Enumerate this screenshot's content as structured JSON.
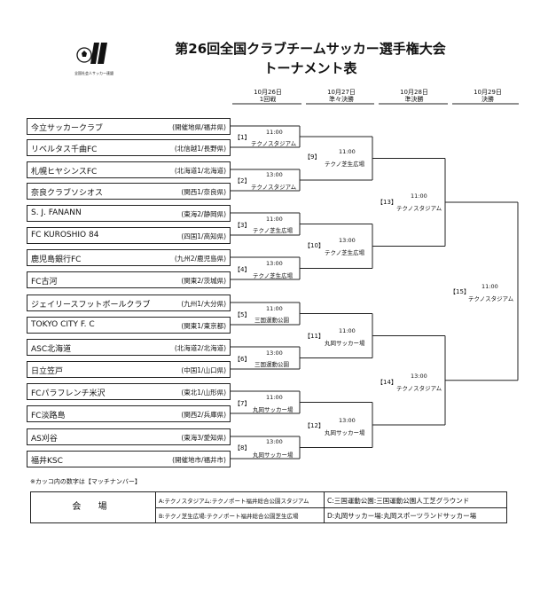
{
  "header": {
    "logo_text": "全国社会人サッカー連盟",
    "title": "第26回全国クラブチームサッカー選手権大会",
    "subtitle": "トーナメント表"
  },
  "dates": [
    {
      "date": "10月26日",
      "round": "1回戦"
    },
    {
      "date": "10月27日",
      "round": "準々決勝"
    },
    {
      "date": "10月28日",
      "round": "準決勝"
    },
    {
      "date": "10月29日",
      "round": "決勝"
    }
  ],
  "teams": [
    {
      "name": "今立サッカークラブ",
      "region": "(開催地県/福井県)"
    },
    {
      "name": "リベルタス千曲FC",
      "region": "(北信越1/長野県)"
    },
    {
      "name": "札幌ヒヤシンスFC",
      "region": "(北海道1/北海道)"
    },
    {
      "name": "奈良クラブソシオス",
      "region": "(関西1/奈良県)"
    },
    {
      "name": "S. J. FANANN",
      "region": "(東海2/静岡県)"
    },
    {
      "name": "FC KUROSHIO 84",
      "region": "(四国1/高知県)"
    },
    {
      "name": "鹿児島銀行FC",
      "region": "(九州2/鹿児島県)"
    },
    {
      "name": "FC古河",
      "region": "(関東2/茨城県)"
    },
    {
      "name": "ジェイリースフットボールクラブ",
      "region": "(九州1/大分県)"
    },
    {
      "name": "TOKYO CITY F. C",
      "region": "(関東1/東京都)"
    },
    {
      "name": "ASC北海道",
      "region": "(北海道2/北海道)"
    },
    {
      "name": "日立笠戸",
      "region": "(中国1/山口県)"
    },
    {
      "name": "FCパラフレンチ米沢",
      "region": "(東北1/山形県)"
    },
    {
      "name": "FC淡路島",
      "region": "(関西2/兵庫県)"
    },
    {
      "name": "AS刈谷",
      "region": "(東海3/愛知県)"
    },
    {
      "name": "福井KSC",
      "region": "(開催地市/福井市)"
    }
  ],
  "matches": [
    {
      "no": "【1】",
      "time": "11:00",
      "venue": "テクノスタジアム"
    },
    {
      "no": "【2】",
      "time": "13:00",
      "venue": "テクノスタジアム"
    },
    {
      "no": "【3】",
      "time": "11:00",
      "venue": "テクノ芝生広場"
    },
    {
      "no": "【4】",
      "time": "13:00",
      "venue": "テクノ芝生広場"
    },
    {
      "no": "【5】",
      "time": "11:00",
      "venue": "三国運動公園"
    },
    {
      "no": "【6】",
      "time": "13:00",
      "venue": "三国運動公園"
    },
    {
      "no": "【7】",
      "time": "11:00",
      "venue": "丸岡サッカー場"
    },
    {
      "no": "【8】",
      "time": "13:00",
      "venue": "丸岡サッカー場"
    },
    {
      "no": "【9】",
      "time": "11:00",
      "venue": "テクノ芝生広場"
    },
    {
      "no": "【10】",
      "time": "13:00",
      "venue": "テクノ芝生広場"
    },
    {
      "no": "【11】",
      "time": "11:00",
      "venue": "丸岡サッカー場"
    },
    {
      "no": "【12】",
      "time": "13:00",
      "venue": "丸岡サッカー場"
    },
    {
      "no": "【13】",
      "time": "11:00",
      "venue": "テクノスタジアム"
    },
    {
      "no": "【14】",
      "time": "13:00",
      "venue": "テクノスタジアム"
    },
    {
      "no": "【15】",
      "time": "11:00",
      "venue": "テクノスタジアム"
    }
  ],
  "note": "※カッコ内の数字は【マッチナンバー】",
  "venues": {
    "label": "会 場",
    "A": "A:テクノスタジアム:テクノポート福井総合公園スタジアム",
    "B": "B:テクノ芝生広場:テクノポート福井総合公園芝生広場",
    "C": "C:三国運動公園:三国運動公園人工芝グラウンド",
    "D": "D:丸岡サッカー場:丸岡スポーツランドサッカー場"
  }
}
